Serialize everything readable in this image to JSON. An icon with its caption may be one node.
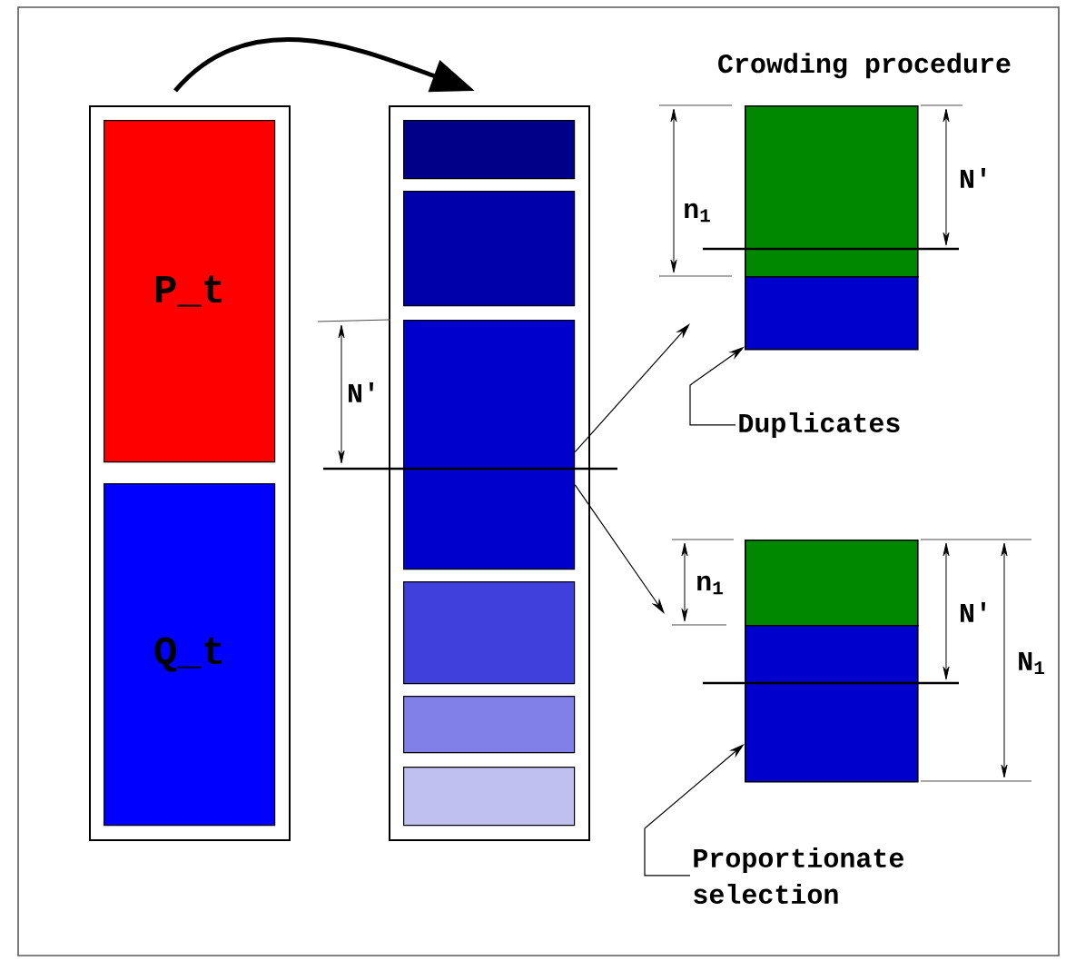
{
  "diagram": {
    "title": "Crowding procedure",
    "nodes": [
      {
        "text": [],
        "shape": "box"
      },
      {
        "text": [
          "P_t"
        ],
        "in": 0
      },
      {
        "text": [
          "Q_t"
        ],
        "in": 0
      },
      {
        "text": [],
        "shape": "box"
      },
      {
        "text": [],
        "shape": "bar",
        "in": 3
      },
      {
        "text": [],
        "shape": "bar",
        "in": 3
      },
      {
        "text": [],
        "shape": "bar",
        "in": 3
      },
      {
        "text": [],
        "shape": "bar",
        "in": 3
      },
      {
        "text": [],
        "shape": "bar",
        "in": 3
      },
      {
        "text": [],
        "shape": "bar",
        "in": 3
      },
      {
        "text": [],
        "shape": "box"
      },
      {
        "text": [],
        "shape": "box"
      },
      {
        "text": [],
        "shape": "box"
      },
      {
        "text": [],
        "shape": "box"
      },
      {
        "text": [
          "Duplicates"
        ]
      },
      {
        "text": [
          "Proportionate selection"
        ]
      }
    ],
    "edges": [
      {
        "from": 0,
        "to": 3,
        "arrow": "to",
        "style": "thick"
      },
      {
        "from": 6,
        "to": null,
        "arrow": "to"
      },
      {
        "from": 6,
        "to": null,
        "arrow": "to"
      },
      {
        "from": 14,
        "to": 11,
        "arrow": "to"
      },
      {
        "from": 15,
        "to": 13,
        "arrow": "to"
      }
    ],
    "labels": [
      "N'",
      "n$_{1}$",
      "N'",
      "n$_{1}$",
      "N'",
      "N$_{1}$"
    ]
  }
}
